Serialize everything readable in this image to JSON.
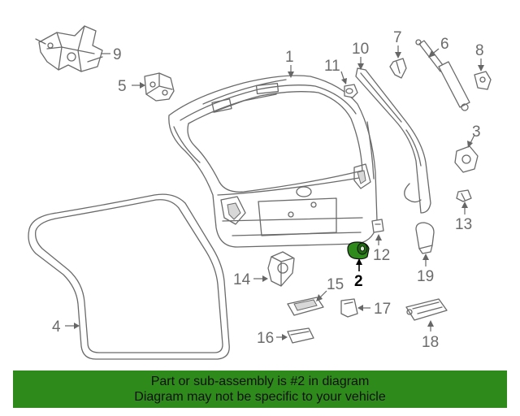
{
  "diagram": {
    "callouts": [
      "1",
      "2",
      "3",
      "4",
      "5",
      "6",
      "7",
      "8",
      "9",
      "10",
      "11",
      "12",
      "13",
      "14",
      "15",
      "16",
      "17",
      "18",
      "19"
    ],
    "highlighted_part": "2",
    "highlight_color": "#2f8a1c"
  },
  "banner": {
    "line1": "Part or sub-assembly is #2 in diagram",
    "line2": "Diagram may not be specific to your vehicle",
    "background": "#2f8a1c"
  }
}
